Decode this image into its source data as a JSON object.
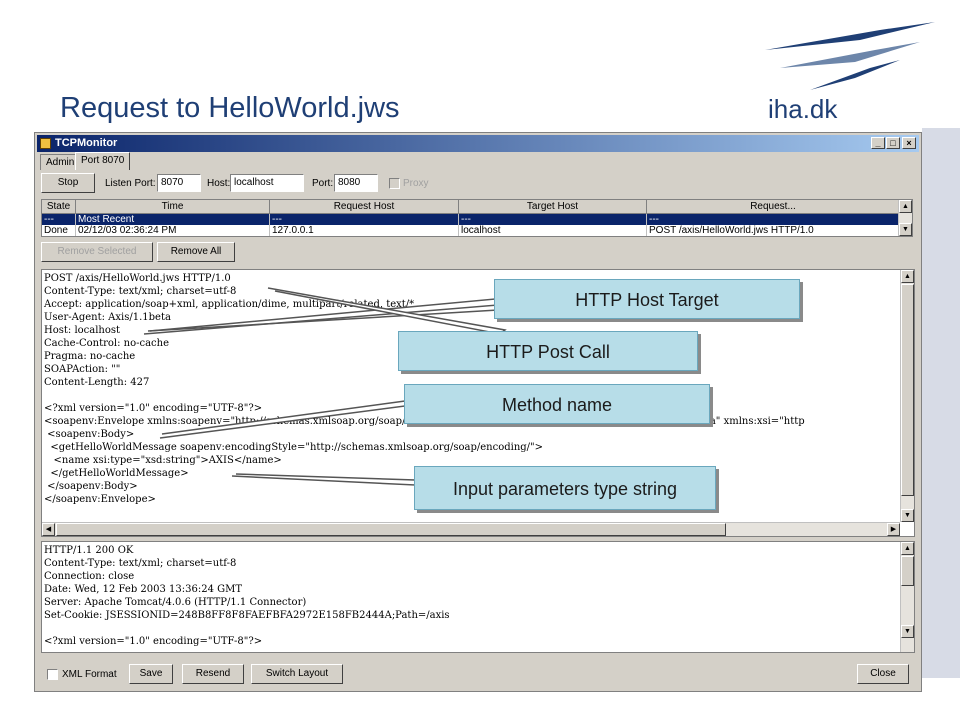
{
  "slide": {
    "title": "Request to HelloWorld.jws",
    "logo_text": "iha.dk"
  },
  "window": {
    "title": "TCPMonitor",
    "tabs": [
      {
        "label": "Admin"
      },
      {
        "label": "Port 8070"
      }
    ],
    "toolbar": {
      "stop_label": "Stop",
      "listen_port_label": "Listen Port:",
      "listen_port_value": "8070",
      "host_label": "Host:",
      "host_value": "localhost",
      "port_label": "Port:",
      "port_value": "8080",
      "proxy_label": "Proxy"
    },
    "table": {
      "headers": [
        "State",
        "Time",
        "Request Host",
        "Target Host",
        "Request..."
      ],
      "rows": [
        [
          "---",
          "Most Recent",
          "---",
          "---",
          "---"
        ],
        [
          "Done",
          "02/12/03 02:36:24 PM",
          "127.0.0.1",
          "localhost",
          "POST /axis/HelloWorld.jws HTTP/1.0"
        ]
      ]
    },
    "remove_selected_label": "Remove Selected",
    "remove_all_label": "Remove All",
    "request_text": "POST /axis/HelloWorld.jws HTTP/1.0\nContent-Type: text/xml; charset=utf-8\nAccept: application/soap+xml, application/dime, multipart/related, text/*\nUser-Agent: Axis/1.1beta\nHost: localhost\nCache-Control: no-cache\nPragma: no-cache\nSOAPAction: \"\"\nContent-Length: 427\n\n<?xml version=\"1.0\" encoding=\"UTF-8\"?>\n<soapenv:Envelope xmlns:soapenv=\"http://schemas.xmlsoap.org/soap/envelope/\" xmlns:xsd=\"http://www.w3.org/2001/XMLSchema\" xmlns:xsi=\"http\n <soapenv:Body>\n  <getHelloWorldMessage soapenv:encodingStyle=\"http://schemas.xmlsoap.org/soap/encoding/\">\n   <name xsi:type=\"xsd:string\">AXIS</name>\n  </getHelloWorldMessage>\n </soapenv:Body>\n</soapenv:Envelope>",
    "response_text": "HTTP/1.1 200 OK\nContent-Type: text/xml; charset=utf-8\nConnection: close\nDate: Wed, 12 Feb 2003 13:36:24 GMT\nServer: Apache Tomcat/4.0.6 (HTTP/1.1 Connector)\nSet-Cookie: JSESSIONID=248B8FF8F8FAEFBFA2972E158FB2444A;Path=/axis\n\n<?xml version=\"1.0\" encoding=\"UTF-8\"?>",
    "bottom": {
      "xml_format_label": "XML Format",
      "save_label": "Save",
      "resend_label": "Resend",
      "switch_layout_label": "Switch Layout",
      "close_label": "Close"
    }
  },
  "callouts": {
    "http_host_target": "HTTP Host Target",
    "http_post_call": "HTTP Post Call",
    "method_name": "Method name",
    "input_params": "Input parameters type string"
  },
  "colors": {
    "accent": "#1f3f75",
    "callout_fill": "#b7dde8",
    "selection": "#0a246a"
  }
}
